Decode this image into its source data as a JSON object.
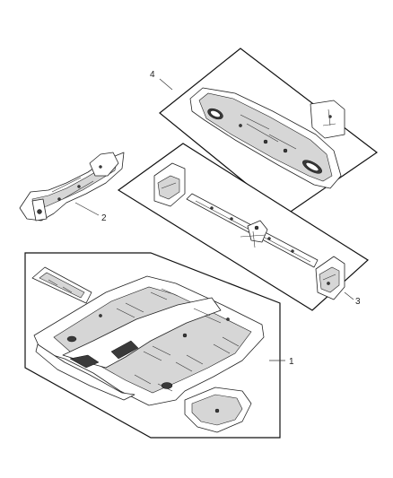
{
  "callouts": {
    "c1": "1",
    "c2": "2",
    "c3": "3",
    "c4": "4"
  },
  "parts": [
    {
      "callout": "1",
      "icon": "floor-pan-assembly-icon"
    },
    {
      "callout": "2",
      "icon": "front-floor-bracket-assembly-icon"
    },
    {
      "callout": "3",
      "icon": "crossmember-assembly-icon"
    },
    {
      "callout": "4",
      "icon": "rear-crossmember-panel-icon"
    }
  ],
  "colors": {
    "line": "#222222",
    "shade": "#d6d6d6",
    "dark": "#3a3a3a",
    "background": "#ffffff"
  }
}
